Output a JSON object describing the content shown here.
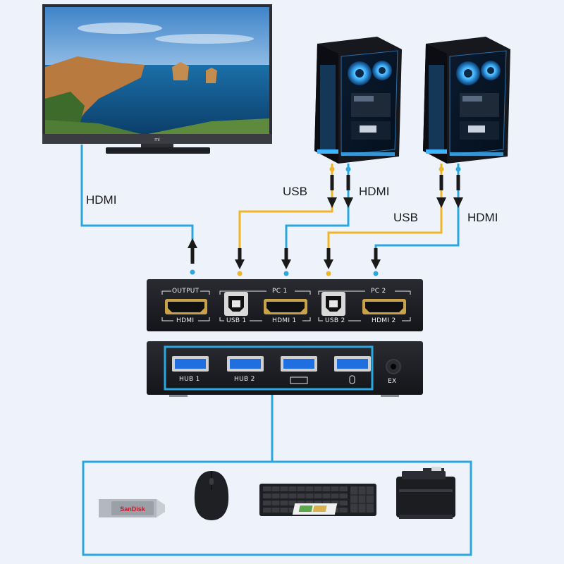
{
  "connection_labels": {
    "hdmi_monitor": "HDMI",
    "pc1_usb": "USB",
    "pc1_hdmi": "HDMI",
    "pc2_usb": "USB",
    "pc2_hdmi": "HDMI"
  },
  "switch_back_panel": {
    "output_top": "OUTPUT",
    "output_bottom": "HDMI",
    "pc1_group": "PC 1",
    "usb1": "USB 1",
    "hdmi1": "HDMI 1",
    "pc2_group": "PC 2",
    "usb2": "USB 2",
    "hdmi2": "HDMI 2"
  },
  "switch_front_panel": {
    "hub1": "HUB 1",
    "hub2": "HUB 2",
    "ex": "EX"
  },
  "monitor_logo": "mi",
  "usb_drive_brand": "SanDisk",
  "colors": {
    "hdmi_cable": "#2aa7df",
    "usb_cable": "#f0b429",
    "background": "#eef3fb",
    "device_body": "#1c1d22"
  },
  "icons": [
    "monitor-icon",
    "pc-tower-icon",
    "usb-flash-drive-icon",
    "mouse-icon",
    "keyboard-icon",
    "printer-icon"
  ]
}
